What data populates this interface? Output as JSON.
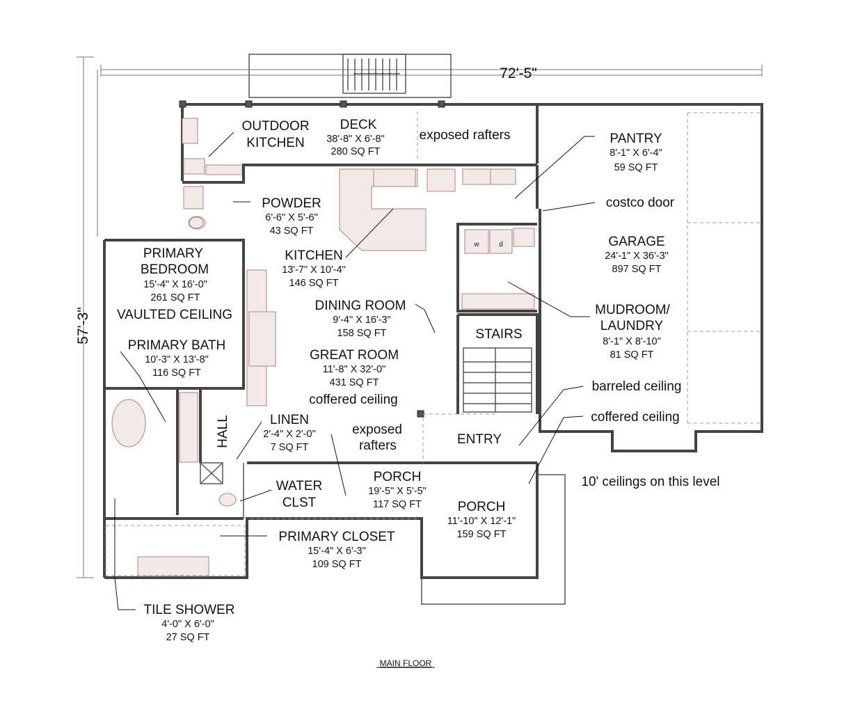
{
  "plan_title": "MAIN FLOOR",
  "dimensions": {
    "overall_width": "72'-5\"",
    "overall_depth": "57'-3\""
  },
  "rooms": {
    "deck": {
      "name": "DECK",
      "size": "38'-8\" X 6'-8\"",
      "area": "280 SQ FT"
    },
    "outdoor_kitchen": {
      "line1": "OUTDOOR",
      "line2": "KITCHEN"
    },
    "pantry": {
      "name": "PANTRY",
      "size": "8'-1\" X 6'-4\"",
      "area": "59 SQ FT"
    },
    "powder": {
      "name": "POWDER",
      "size": "6'-6\" X 5'-6\"",
      "area": "43 SQ FT"
    },
    "kitchen": {
      "name": "KITCHEN",
      "size": "13'-7\" X 10'-4\"",
      "area": "146 SQ FT"
    },
    "garage": {
      "name": "GARAGE",
      "size": "24'-1\" X 36'-3\"",
      "area": "897 SQ FT"
    },
    "primary_bedroom": {
      "line1": "PRIMARY",
      "line2": "BEDROOM",
      "size": "15'-4\" X 16'-0\"",
      "area": "261 SQ FT",
      "note": "VAULTED CEILING"
    },
    "dining_room": {
      "name": "DINING ROOM",
      "size": "9'-4\" X 16'-3\"",
      "area": "158 SQ FT"
    },
    "mudroom": {
      "line1": "MUDROOM/",
      "line2": "LAUNDRY",
      "size": "8'-1\" X 8'-10\"",
      "area": "81 SQ FT"
    },
    "stairs": {
      "name": "STAIRS"
    },
    "primary_bath": {
      "name": "PRIMARY BATH",
      "size": "10'-3\" X 13'-8\"",
      "area": "116 SQ FT"
    },
    "great_room": {
      "name": "GREAT ROOM",
      "size": "11'-8\" X 32'-0\"",
      "area": "431 SQ FT",
      "note": "coffered ceiling"
    },
    "hall": {
      "name": "HALL"
    },
    "linen": {
      "name": "LINEN",
      "size": "2'-4\" X 2'-0\"",
      "area": "7 SQ FT"
    },
    "entry": {
      "name": "ENTRY"
    },
    "porch_back": {
      "name": "PORCH",
      "size": "19'-5\" X 5'-5\"",
      "area": "117 SQ FT"
    },
    "water_closet": {
      "line1": "WATER",
      "line2": "CLST"
    },
    "porch_front": {
      "name": "PORCH",
      "size": "11'-10\" X 12'-1\"",
      "area": "159 SQ FT"
    },
    "primary_closet": {
      "name": "PRIMARY CLOSET",
      "size": "15'-4\" X 6'-3\"",
      "area": "109 SQ FT"
    },
    "tile_shower": {
      "name": "TILE SHOWER",
      "size": "4'-0\" X 6'-0\"",
      "area": "27 SQ FT"
    }
  },
  "notes": {
    "deck_rafters": "exposed rafters",
    "costco_door": "costco door",
    "porch_rafters_1": "exposed",
    "porch_rafters_2": "rafters",
    "barreled_ceiling": "barreled ceiling",
    "coffered_ceiling": "coffered ceiling",
    "ceiling_height": "10' ceilings on this level"
  },
  "appliance_labels": {
    "washer": "w",
    "dryer": "d"
  }
}
